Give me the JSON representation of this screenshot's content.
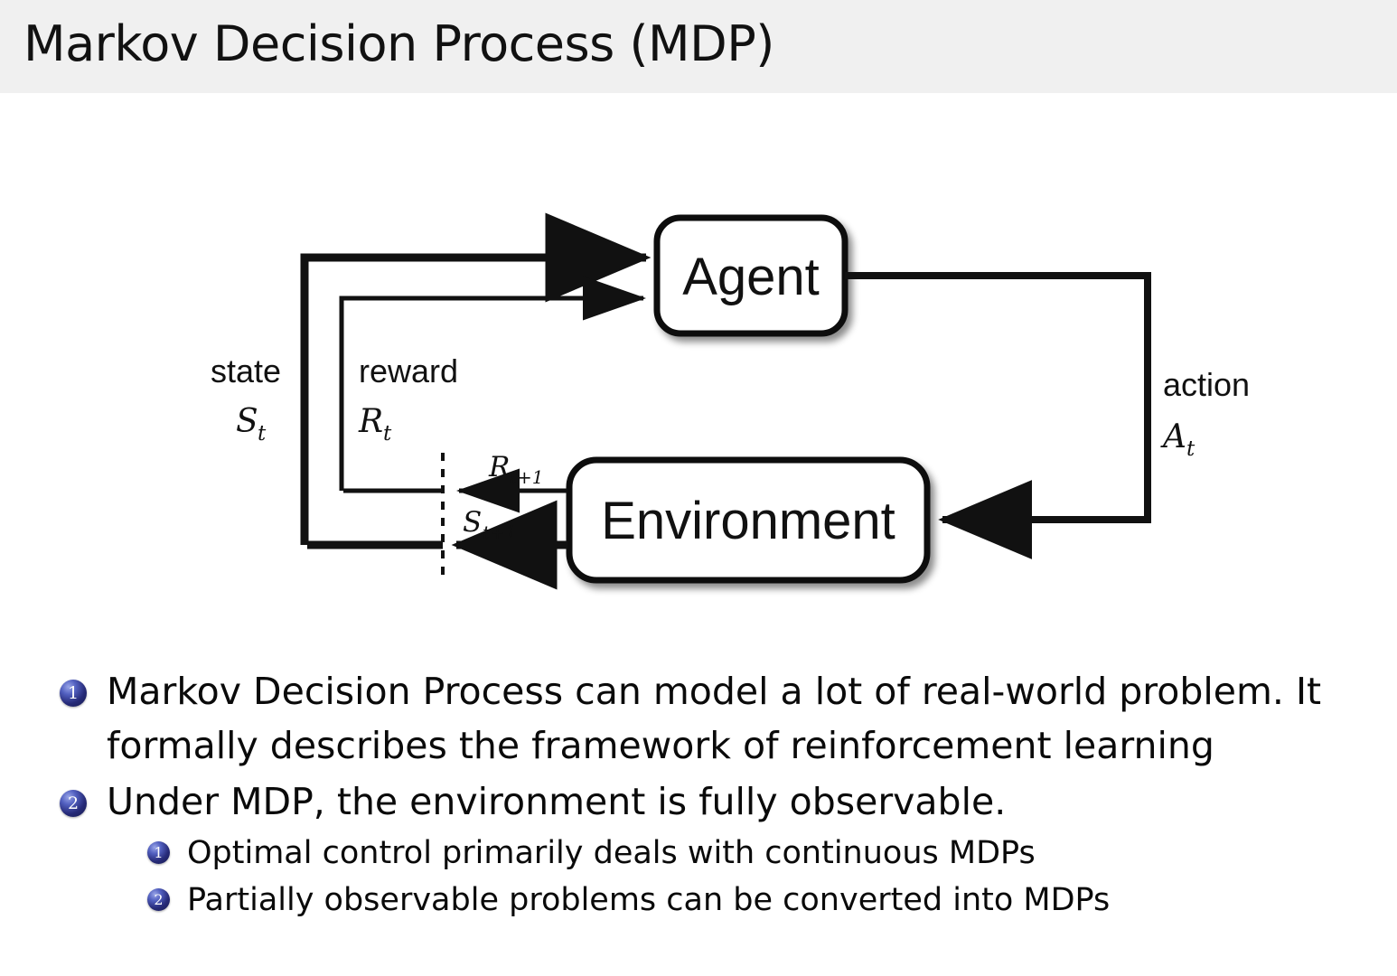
{
  "header": {
    "title": "Markov Decision Process (MDP)",
    "background_color": "#f0f0f0"
  },
  "diagram": {
    "name": "agent-environment-interaction-loop",
    "nodes": {
      "agent": "Agent",
      "environment": "Environment"
    },
    "labels": {
      "state_word": "state",
      "state_symbol": "S",
      "state_subscript": "t",
      "reward_word": "reward",
      "reward_symbol": "R",
      "reward_subscript": "t",
      "action_word": "action",
      "action_symbol": "A",
      "action_subscript": "t",
      "next_reward_symbol": "R",
      "next_reward_subscript": "t+1",
      "next_state_symbol": "S",
      "next_state_subscript": "t+1"
    },
    "colors": {
      "stroke": "#111111",
      "fill": "#ffffff"
    }
  },
  "bullets": [
    {
      "marker": "1",
      "level": 1,
      "line1": "Markov Decision Process can model a lot of real-world problem. It",
      "line2": "formally describes the framework of reinforcement learning"
    },
    {
      "marker": "2",
      "level": 1,
      "line1": "Under MDP, the environment is fully observable.",
      "line2": ""
    },
    {
      "marker": "1",
      "level": 2,
      "text": "Optimal control primarily deals with continuous MDPs"
    },
    {
      "marker": "2",
      "level": 2,
      "text": "Partially observable problems can be converted into MDPs"
    }
  ],
  "colors": {
    "bullet_marker": "#262a77",
    "text": "#0a0a0a",
    "page_background": "#ffffff"
  }
}
